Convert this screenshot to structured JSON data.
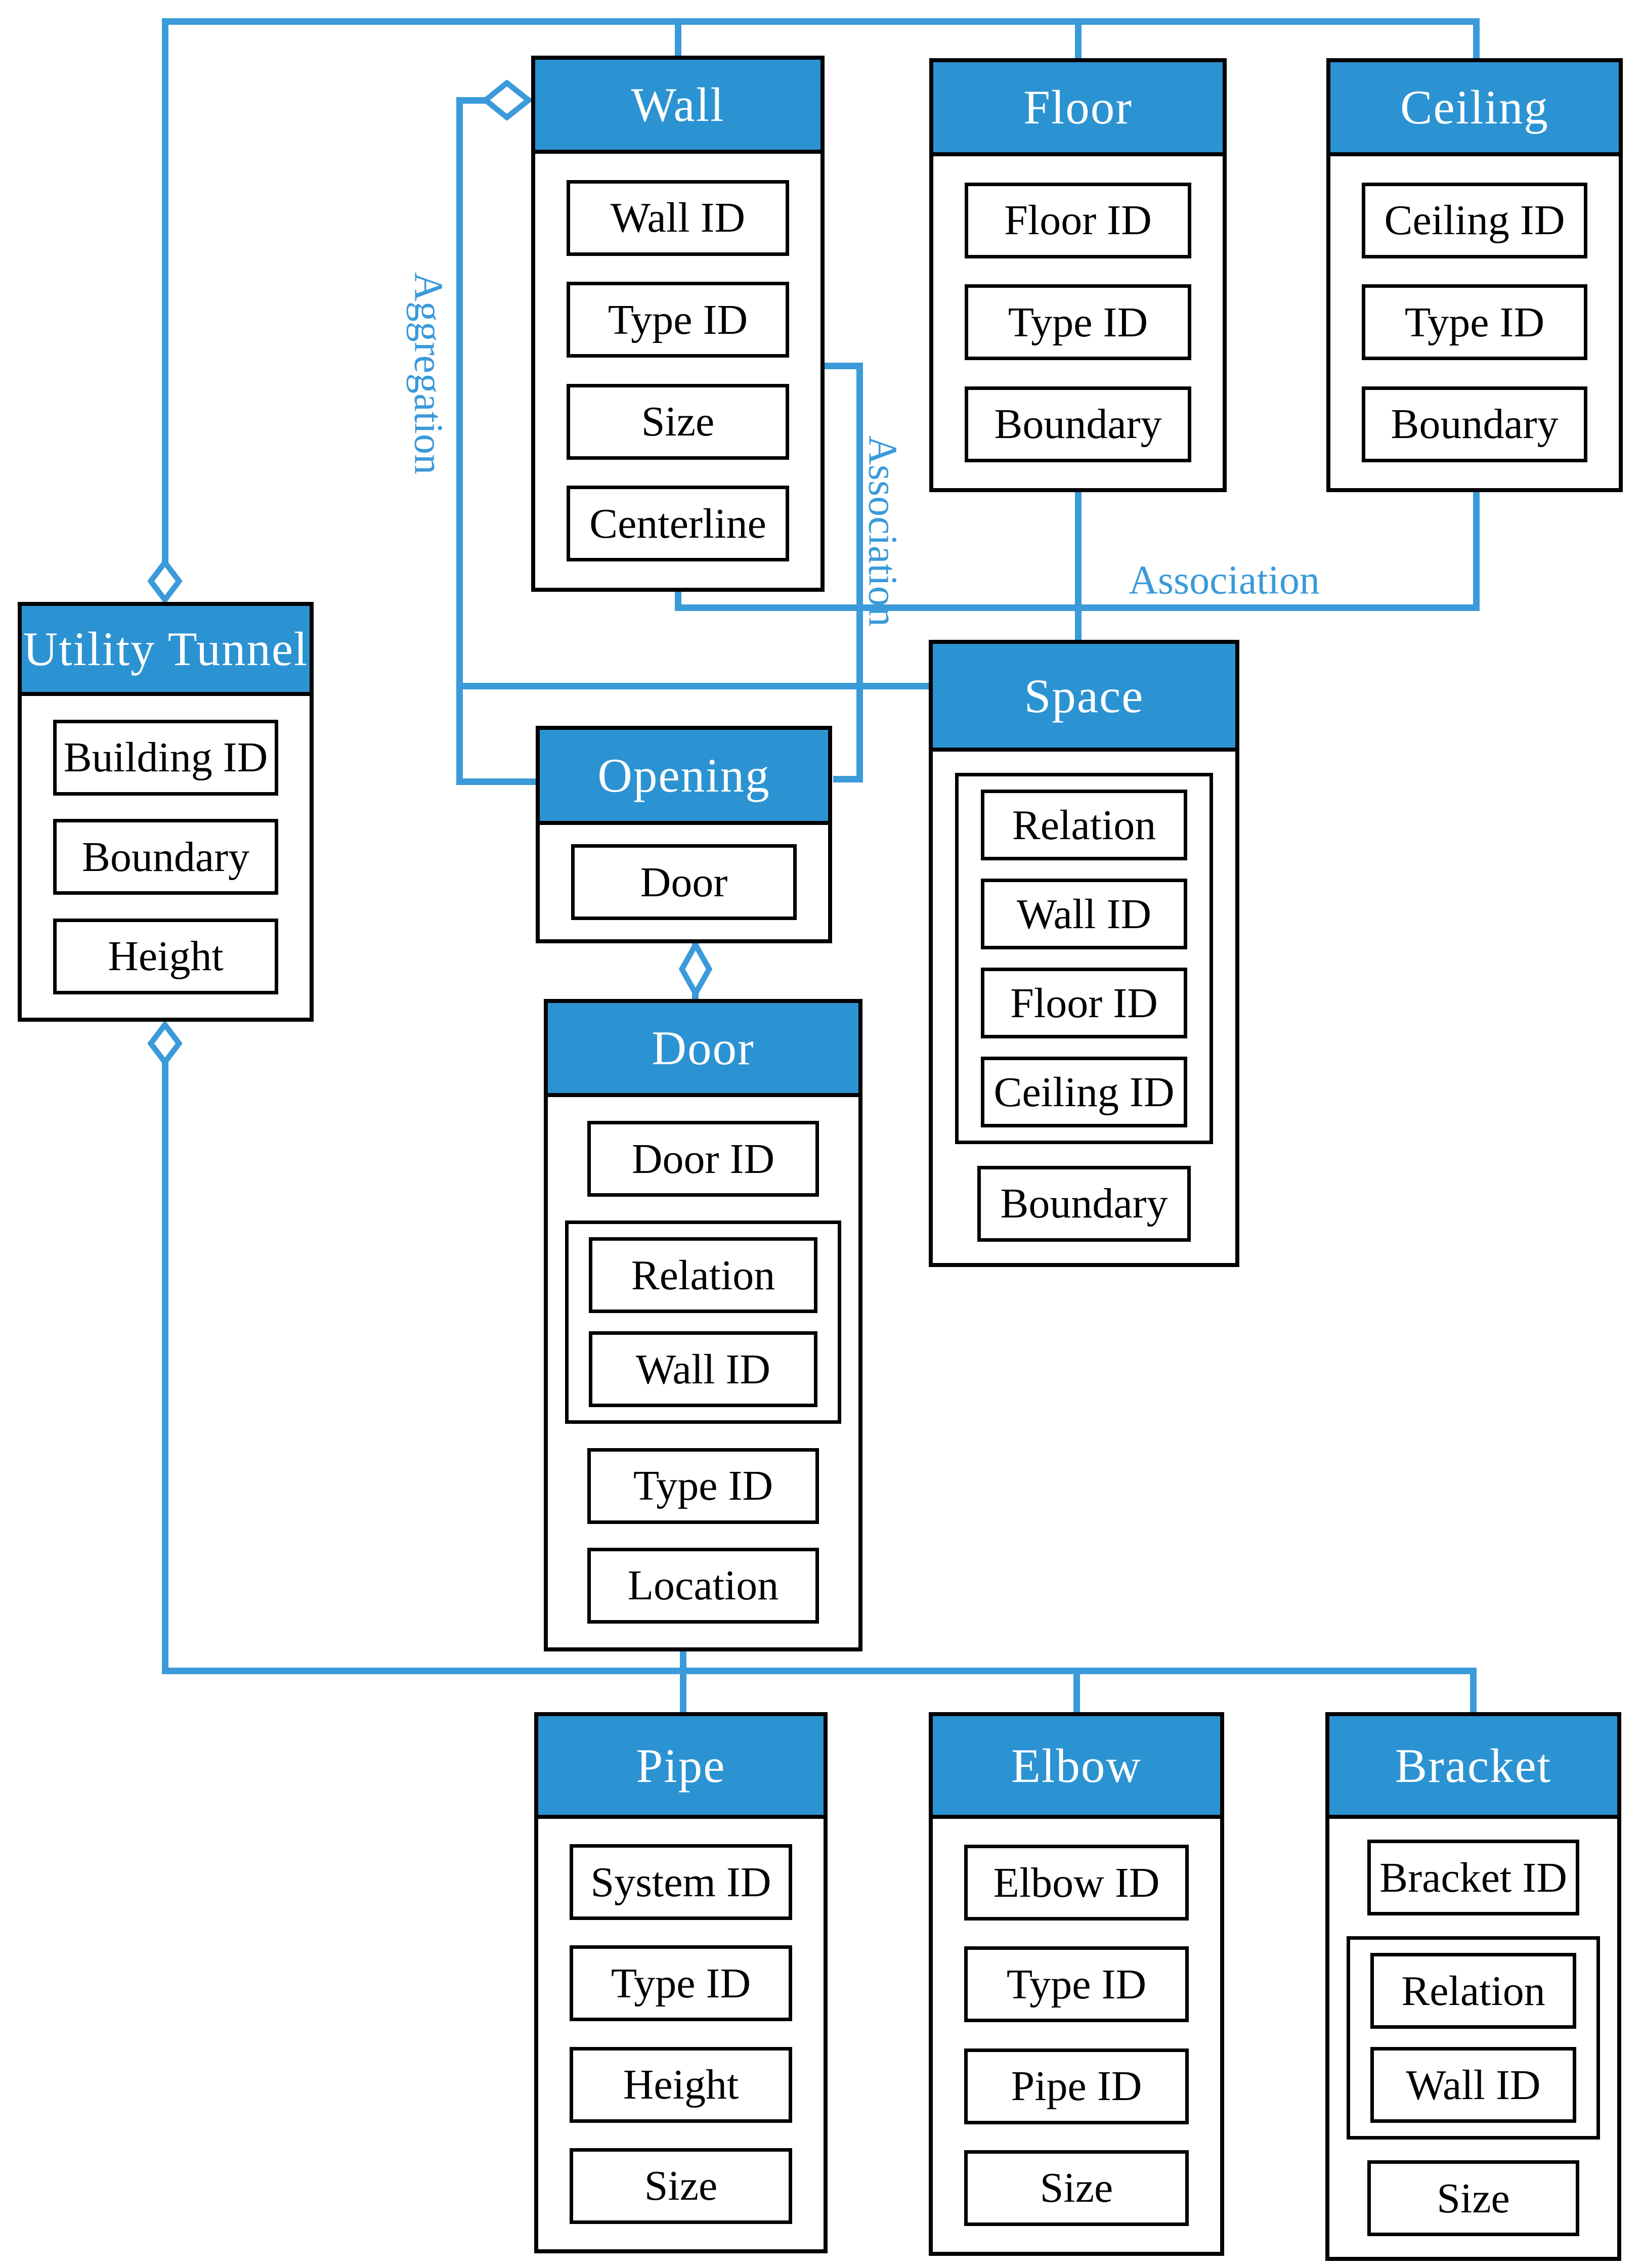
{
  "colors": {
    "header_fill": "#2C93D2",
    "connector": "#3B9AD9",
    "border": "#000000",
    "header_text": "#FFFFFF",
    "field_text": "#000000",
    "background": "#FFFFFF"
  },
  "entities": {
    "utility_tunnel": {
      "title": "Utility Tunnel",
      "fields": [
        "Building ID",
        "Boundary",
        "Height"
      ]
    },
    "wall": {
      "title": "Wall",
      "fields": [
        "Wall ID",
        "Type ID",
        "Size",
        "Centerline"
      ]
    },
    "floor": {
      "title": "Floor",
      "fields": [
        "Floor ID",
        "Type ID",
        "Boundary"
      ]
    },
    "ceiling": {
      "title": "Ceiling",
      "fields": [
        "Ceiling ID",
        "Type ID",
        "Boundary"
      ]
    },
    "space": {
      "title": "Space",
      "relation_group": [
        "Relation",
        "Wall ID",
        "Floor ID",
        "Ceiling ID"
      ],
      "fields": [
        "Boundary"
      ]
    },
    "opening": {
      "title": "Opening",
      "fields": [
        "Door"
      ]
    },
    "door": {
      "title": "Door",
      "fields": [
        "Door ID",
        "Type ID",
        "Location"
      ],
      "relation_group": [
        "Relation",
        "Wall ID"
      ]
    },
    "pipe": {
      "title": "Pipe",
      "fields": [
        "System ID",
        "Type ID",
        "Height",
        "Size"
      ]
    },
    "elbow": {
      "title": "Elbow",
      "fields": [
        "Elbow ID",
        "Type ID",
        "Pipe ID",
        "Size"
      ]
    },
    "bracket": {
      "title": "Bracket",
      "fields": [
        "Bracket ID",
        "Size"
      ],
      "relation_group": [
        "Relation",
        "Wall ID"
      ]
    }
  },
  "connector_labels": {
    "aggregation": "Aggregation",
    "association_vertical": "Association",
    "association_horizontal": "Association"
  }
}
